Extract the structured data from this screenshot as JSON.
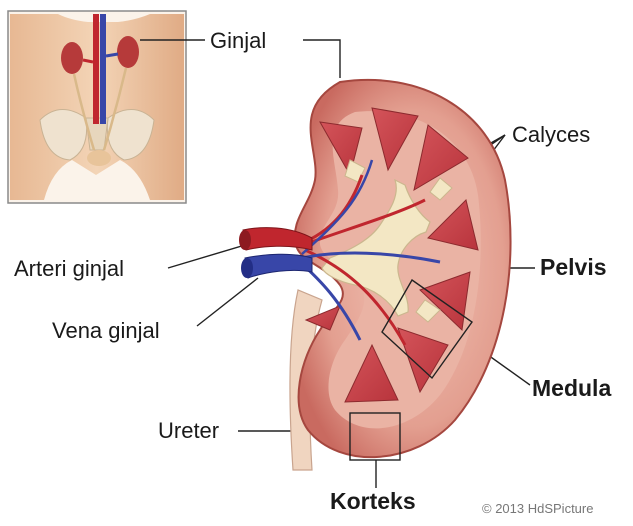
{
  "labels": {
    "ginjal": "Ginjal",
    "calyces": "Calyces",
    "arteri": "Arteri ginjal",
    "pelvis": "Pelvis",
    "vena": "Vena ginjal",
    "medula": "Medula",
    "ureter": "Ureter",
    "korteks": "Korteks"
  },
  "copyright": "© 2013 HdSPicture",
  "colors": {
    "cortex": "#e8a79a",
    "medulla": "#c8424a",
    "artery": "#c0262e",
    "vein": "#3846a8",
    "pelvis": "#f3e7c4"
  }
}
